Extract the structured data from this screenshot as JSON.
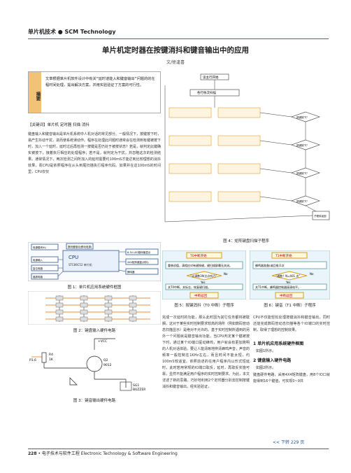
{
  "header": {
    "text": "单片机技术 ● SCM Technology"
  },
  "title": "单片机定时器在按键消抖和键音输出中的应用",
  "author": "文/徐逢喜",
  "abstract": {
    "tag": "摘要",
    "text": "文章根据单片机软件设计中有关“延时道能入和键音输出”问题的的在程时间处理，提出解决方案，并用实验验证了方案的可行性。"
  },
  "keywords": "【关键词】单片机 定时器 扫描 消抖",
  "column1_text": "键盘输入和键音输出是单片机系统中人机对话的常见部分。一般情况下，按键按下时，易产生抖动干扰，进而使系统误动作。程序在处理此问题时通常会在检测到有键被按下时，加入一个延时，延时过后再检测一按键是否仍处于被按状态？若是，就判定此键确实被按下，接着执行相应的处理程序；若不是，就判定为干扰，并忽略这次的检测结果。通常情况下，两次检测之间所加入的延时需要约100mS才能达到比较理想的消抖效果，而CPU是依照程序在从头到尾扫描执行程序代码。如果并在这100mS的时间里，CPU仅仅",
  "column2_text": "完成一次延时的功能，那么此时因为其它任务都将被耽搁，这对于某些实时控制要求较高的场所（例如数码管动态扫描显示）是绝对不允许的。基于实时控制所遇到的另外一个问题就是键音输出功能。当CPU判定某个键被按下时，通过某个IO端口驱动蜂鸣，用户就会有更加简明的人机对话体验。要让人能清晰地辨清蜂鸣声音，声音的频率一般控制在1KHz左右，而且时间不能太短，约100mS较适宜。依照前述的在用户程序内以形式短延时，此时若用常规的IO端口取反，延时，再取反实施可靠，显然不能满足用户程序的实时控制要求。为此，本文详述了新的思路，巧妙地利用2个定时器分别去控制按键消抖和键音输出，经实验验证，",
  "column3_text": "CPU不仅能轻松处理按键消抖和键音输出，同时还能完成数码管动态扫描等各个IO端口的实时控制，取得了理想的控制效果。",
  "section1": "1 单片机应用系统硬件框图",
  "section1_text": "如图1所示。",
  "section2": "2 键盘输入硬件电路",
  "section2_text": "如图2所示。",
  "section2_text2": "键盘硬件电路，采用4X4矩阵键盘，用8个IO口就能得到16个键值，可实现0~9共",
  "jump": "<< 下转 229 页",
  "footer": {
    "page": "228",
    "text": "• 电子技术与软件工程 Electronic Technology & Software Engineering"
  },
  "captions": {
    "fig1": "图 1：单片机应用系统硬件框图",
    "fig2": "图 2：键盘输入硬件电路",
    "fig3": "图 3：键音输出硬件电路",
    "fig4": "图 4：矩阵键盘扫描子程序",
    "fig5": "图 5：按键消抖（T0 中断）子程序",
    "fig6": "图 6：键音（T1 中断）子程序"
  },
  "fig1": {
    "cpu": "CPU",
    "cpu_sub": "STC89C52 单片机",
    "blocks_left": [
      "电源输入",
      "复位电路",
      "晶振电路"
    ],
    "blocks_top": [
      "电源模块5V",
      "数码管驱动(移动电源)"
    ],
    "blocks_right": [
      "8.3V LED数码管显示",
      "4X4矩阵键盘(消抖)",
      "蜂鸣器"
    ]
  },
  "fig3": {
    "vcc": "+VCC",
    "r": "R4",
    "r_val": "1K",
    "q": "Q2",
    "q_type": "9012",
    "p": "P3.6",
    "buz": "SG1",
    "buz_label": "BUZZER"
  },
  "fig5": {
    "start": "T0中断开始",
    "step1": "重装初值，清相应对有键按键，键扫描屏幕无关闭。",
    "decision": "“计满数39(比次吗?)”",
    "yes": "Yes",
    "no": "No",
    "step2": "关T0中断，关标志，恢复键扫描。",
    "end": "中断返回"
  },
  "fig6": {
    "start": "T1中断开始",
    "step1": "蜂鸣器准备(或回电)1次",
    "decision": "“通数？N=401 次”",
    "yes": "Yes",
    "no": "No",
    "step2": "关T1中断，蜂鸣器控制器接清电平。",
    "end": "中断返回"
  },
  "fig4": {
    "start": "读主行开始",
    "step": "各行依次扫描",
    "decision": "按键按下？",
    "end": "子程序返回"
  }
}
